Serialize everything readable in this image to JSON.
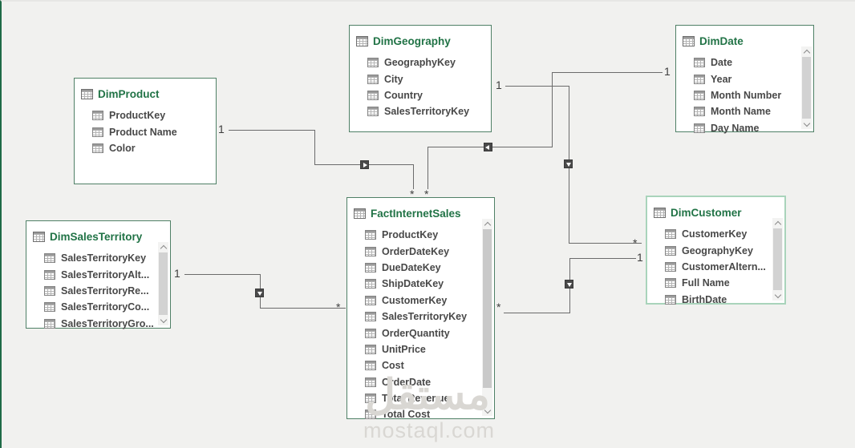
{
  "tables": [
    {
      "name": "DimGeography",
      "fields": [
        "GeographyKey",
        "City",
        "Country",
        "SalesTerritoryKey"
      ]
    },
    {
      "name": "DimDate",
      "fields": [
        "Date",
        "Year",
        "Month Number",
        "Month Name",
        "Day Name"
      ]
    },
    {
      "name": "DimProduct",
      "fields": [
        "ProductKey",
        "Product Name",
        "Color"
      ]
    },
    {
      "name": "DimSalesTerritory",
      "fields": [
        "SalesTerritoryKey",
        "SalesTerritoryAlt...",
        "SalesTerritoryRe...",
        "SalesTerritoryCo...",
        "SalesTerritoryGro..."
      ]
    },
    {
      "name": "FactInternetSales",
      "fields": [
        "ProductKey",
        "OrderDateKey",
        "DueDateKey",
        "ShipDateKey",
        "CustomerKey",
        "SalesTerritoryKey",
        "OrderQuantity",
        "UnitPrice",
        "Cost",
        "OrderDate",
        "Total Revenue",
        "Total Cost"
      ]
    },
    {
      "name": "DimCustomer",
      "fields": [
        "CustomerKey",
        "GeographyKey",
        "CustomerAltern...",
        "Full Name",
        "BirthDate"
      ]
    }
  ],
  "relationships": [
    {
      "from": "DimProduct",
      "to": "FactInternetSales",
      "one": "1",
      "many": "*"
    },
    {
      "from": "DimDate",
      "to": "FactInternetSales",
      "one": "1",
      "many": "*"
    },
    {
      "from": "DimGeography",
      "to": "DimCustomer",
      "one": "1",
      "many": "*"
    },
    {
      "from": "DimCustomer",
      "to": "FactInternetSales",
      "one": "1",
      "many": "*"
    },
    {
      "from": "DimSalesTerritory",
      "to": "FactInternetSales",
      "one": "1",
      "many": "*"
    }
  ],
  "watermark": {
    "logo": "مستقل",
    "site": "mostaql.com"
  },
  "colors": {
    "accent_green": "#217346",
    "box_border": "#4f8066",
    "selected_box_border": "#a9d4bb",
    "relationship_line": "#6b6b6b",
    "background": "#f1f1ef",
    "watermark": "#d9d7d3"
  }
}
